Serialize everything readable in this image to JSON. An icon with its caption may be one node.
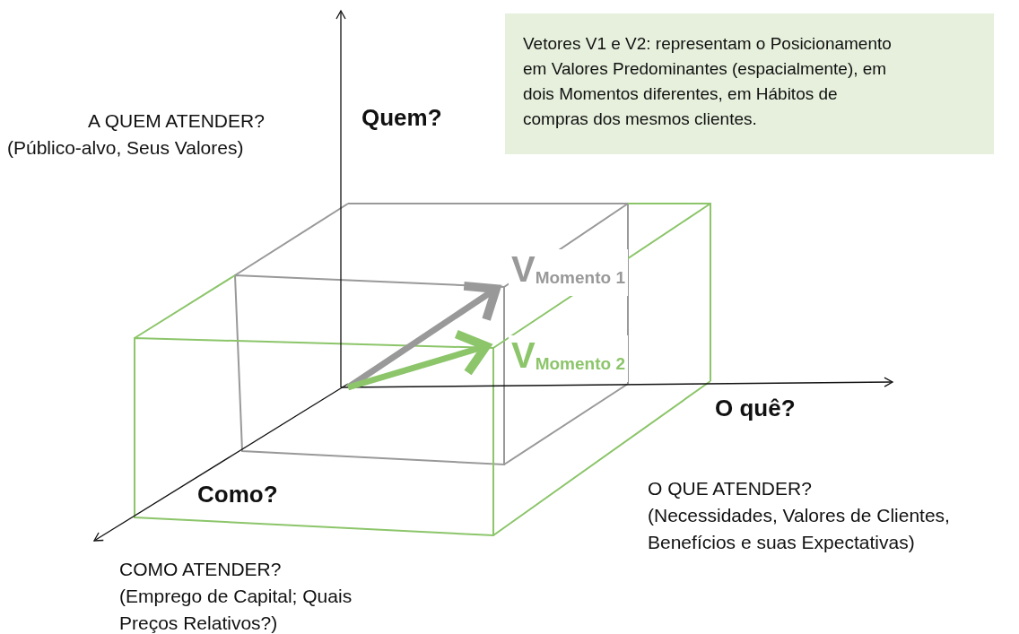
{
  "diagram": {
    "nodes": [
      {
        "text": [
          "Vetores V1 e V2: representam o Posicionamento em Valores Predominantes (espacialmente), em dois Momentos diferentes, em Hábitos de compras dos mesmos clientes."
        ]
      }
    ],
    "labels": [
      "A QUEM ATENDER?",
      "(Público-alvo, Seus Valores)",
      "Quem?",
      "V$_{Momento 1}$",
      "V$_{Momento 2}$",
      "O quê?",
      "Como?",
      "O QUE ATENDER?",
      "(Necessidades, Valores de Clientes, Benefícios e suas Expectativas)",
      "COMO ATENDER?",
      "(Emprego de Capital; Quais Preços Relativos?)"
    ]
  }
}
